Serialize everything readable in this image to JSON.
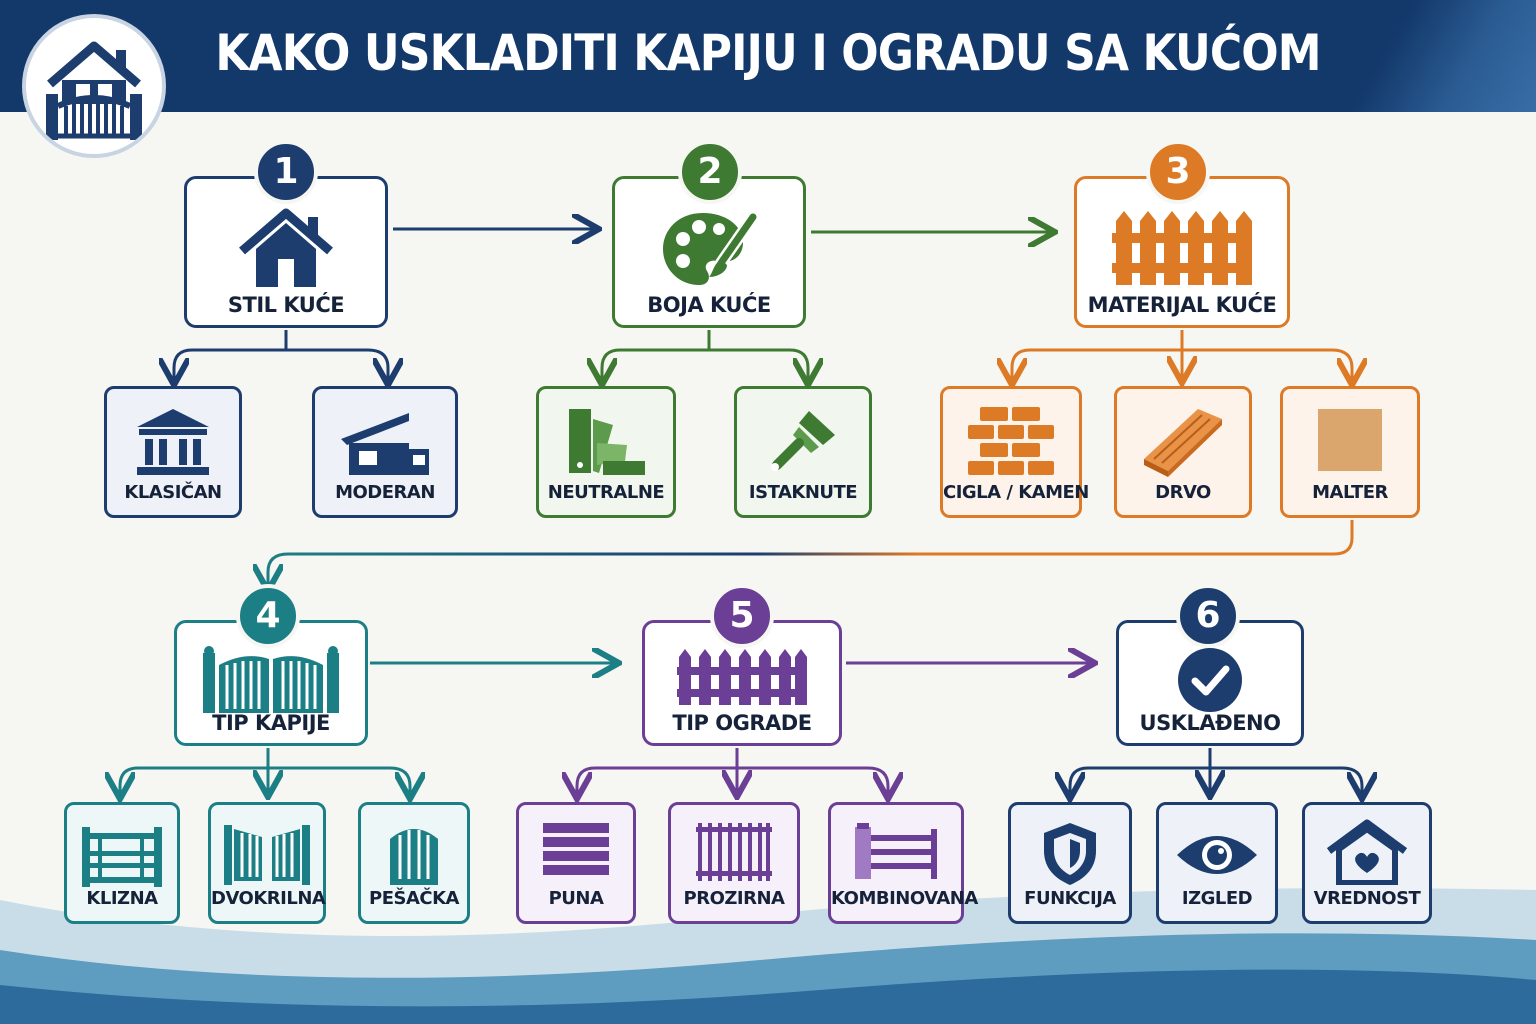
{
  "title": "KAKO USKLADITI KAPIJU I OGRADU SA KUĆOM",
  "logo_icon": "house-gate-logo-icon",
  "colors": {
    "header": "#13386a",
    "step1": "#1c3d6e",
    "step2": "#3e7a32",
    "step3": "#dd7a26",
    "step4": "#1d7f86",
    "step5": "#6b3f95",
    "step6": "#1c3d6e"
  },
  "steps": [
    {
      "number": "1",
      "label": "STIL KUĆE",
      "icon": "house-icon",
      "options": [
        {
          "label": "KLASIČAN",
          "icon": "classical-building-icon"
        },
        {
          "label": "MODERAN",
          "icon": "modern-house-icon"
        }
      ]
    },
    {
      "number": "2",
      "label": "BOJA KUĆE",
      "icon": "palette-icon",
      "options": [
        {
          "label": "NEUTRALNE",
          "icon": "color-swatches-icon"
        },
        {
          "label": "ISTAKNUTE",
          "icon": "paintbrush-icon"
        }
      ]
    },
    {
      "number": "3",
      "label": "MATERIJAL KUĆE",
      "icon": "picket-fence-icon",
      "options": [
        {
          "label": "CIGLA / KAMEN",
          "icon": "brick-wall-icon"
        },
        {
          "label": "DRVO",
          "icon": "wood-plank-icon"
        },
        {
          "label": "MALTER",
          "icon": "plaster-square-icon"
        }
      ]
    },
    {
      "number": "4",
      "label": "TIP KAPIJE",
      "icon": "gate-icon",
      "options": [
        {
          "label": "KLIZNA",
          "icon": "sliding-gate-icon"
        },
        {
          "label": "DVOKRILNA",
          "icon": "double-gate-icon"
        },
        {
          "label": "PEŠAČKA",
          "icon": "pedestrian-gate-icon"
        }
      ]
    },
    {
      "number": "5",
      "label": "TIP OGRADE",
      "icon": "fence-icon",
      "options": [
        {
          "label": "PUNA",
          "icon": "solid-fence-icon"
        },
        {
          "label": "PROZIRNA",
          "icon": "railing-fence-icon"
        },
        {
          "label": "KOMBINOVANA",
          "icon": "combined-fence-icon"
        }
      ]
    },
    {
      "number": "6",
      "label": "USKLAĐENO",
      "icon": "checkmark-circle-icon",
      "options": [
        {
          "label": "FUNKCIJA",
          "icon": "shield-icon"
        },
        {
          "label": "IZGLED",
          "icon": "eye-icon"
        },
        {
          "label": "VREDNOST",
          "icon": "house-heart-icon"
        }
      ]
    }
  ]
}
